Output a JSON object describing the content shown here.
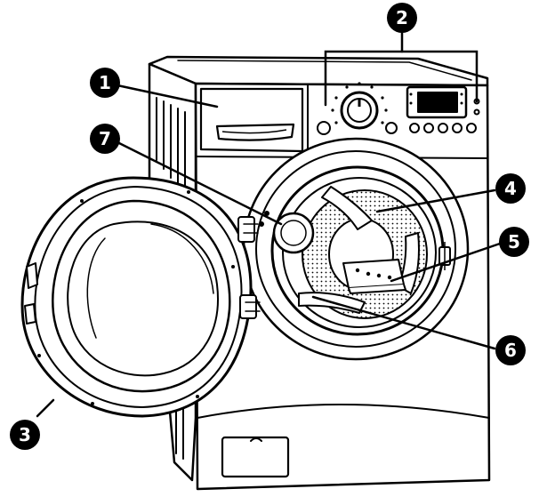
{
  "callouts": [
    {
      "id": "1",
      "label": "1"
    },
    {
      "id": "2",
      "label": "2"
    },
    {
      "id": "3",
      "label": "3"
    },
    {
      "id": "4",
      "label": "4"
    },
    {
      "id": "5",
      "label": "5"
    },
    {
      "id": "6",
      "label": "6"
    },
    {
      "id": "7",
      "label": "7"
    }
  ],
  "colors": {
    "ink": "#000000",
    "paper": "#ffffff",
    "shade": "#d8d8d8"
  }
}
